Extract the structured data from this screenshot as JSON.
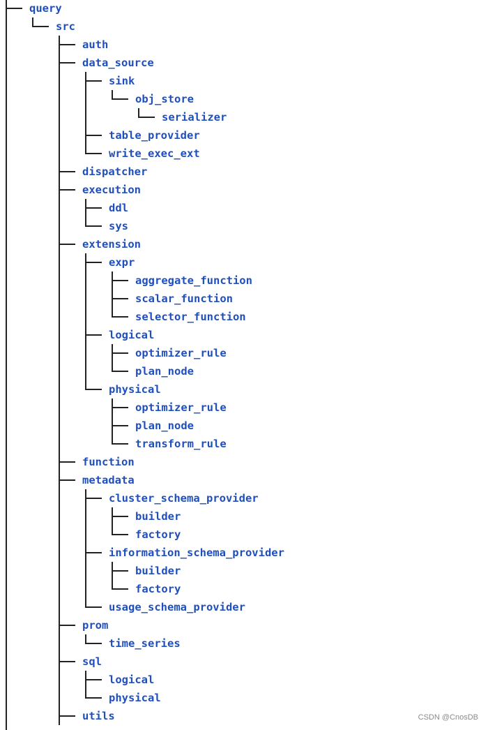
{
  "tree": {
    "nodes": [
      {
        "label": "query",
        "depth": 0,
        "last": false
      },
      {
        "label": "src",
        "depth": 1,
        "last": true
      },
      {
        "label": "auth",
        "depth": 2,
        "last": false
      },
      {
        "label": "data_source",
        "depth": 2,
        "last": false
      },
      {
        "label": "sink",
        "depth": 3,
        "last": false
      },
      {
        "label": "obj_store",
        "depth": 4,
        "last": true
      },
      {
        "label": "serializer",
        "depth": 5,
        "last": true
      },
      {
        "label": "table_provider",
        "depth": 3,
        "last": false
      },
      {
        "label": "write_exec_ext",
        "depth": 3,
        "last": true
      },
      {
        "label": "dispatcher",
        "depth": 2,
        "last": false
      },
      {
        "label": "execution",
        "depth": 2,
        "last": false
      },
      {
        "label": "ddl",
        "depth": 3,
        "last": false
      },
      {
        "label": "sys",
        "depth": 3,
        "last": true
      },
      {
        "label": "extension",
        "depth": 2,
        "last": false
      },
      {
        "label": "expr",
        "depth": 3,
        "last": false
      },
      {
        "label": "aggregate_function",
        "depth": 4,
        "last": false
      },
      {
        "label": "scalar_function",
        "depth": 4,
        "last": false
      },
      {
        "label": "selector_function",
        "depth": 4,
        "last": true
      },
      {
        "label": "logical",
        "depth": 3,
        "last": false
      },
      {
        "label": "optimizer_rule",
        "depth": 4,
        "last": false
      },
      {
        "label": "plan_node",
        "depth": 4,
        "last": true
      },
      {
        "label": "physical",
        "depth": 3,
        "last": true
      },
      {
        "label": "optimizer_rule",
        "depth": 4,
        "last": false
      },
      {
        "label": "plan_node",
        "depth": 4,
        "last": false
      },
      {
        "label": "transform_rule",
        "depth": 4,
        "last": true
      },
      {
        "label": "function",
        "depth": 2,
        "last": false
      },
      {
        "label": "metadata",
        "depth": 2,
        "last": false
      },
      {
        "label": "cluster_schema_provider",
        "depth": 3,
        "last": false
      },
      {
        "label": "builder",
        "depth": 4,
        "last": false
      },
      {
        "label": "factory",
        "depth": 4,
        "last": true
      },
      {
        "label": "information_schema_provider",
        "depth": 3,
        "last": false
      },
      {
        "label": "builder",
        "depth": 4,
        "last": false
      },
      {
        "label": "factory",
        "depth": 4,
        "last": true
      },
      {
        "label": "usage_schema_provider",
        "depth": 3,
        "last": true
      },
      {
        "label": "prom",
        "depth": 2,
        "last": false
      },
      {
        "label": "time_series",
        "depth": 3,
        "last": true
      },
      {
        "label": "sql",
        "depth": 2,
        "last": false
      },
      {
        "label": "logical",
        "depth": 3,
        "last": false
      },
      {
        "label": "physical",
        "depth": 3,
        "last": true
      },
      {
        "label": "utils",
        "depth": 2,
        "last": false
      }
    ]
  },
  "watermark": "CSDN @CnosDB",
  "colors": {
    "label": "#1f4fbf",
    "line": "#222222",
    "watermark": "#8a8a8a"
  }
}
